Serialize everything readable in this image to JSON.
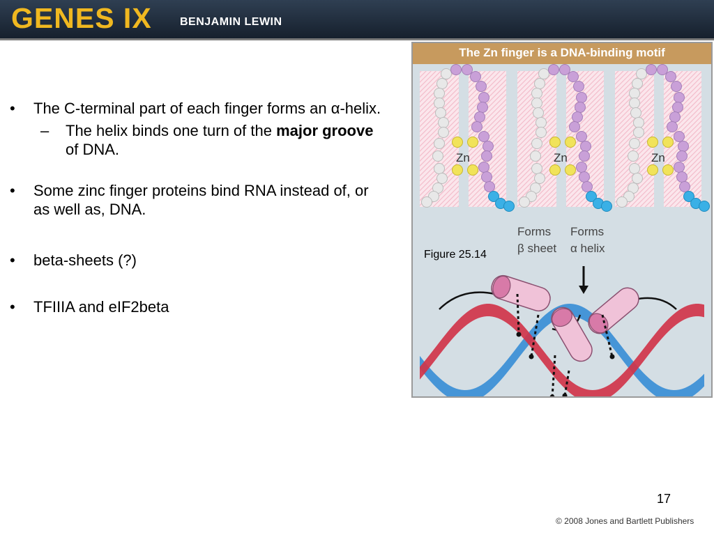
{
  "header": {
    "brand": "GENES IX",
    "author": "BENJAMIN LEWIN"
  },
  "bullets": [
    {
      "mark": "•",
      "text": "The C-terminal part of each finger forms an α-helix.",
      "sub": {
        "mark": "–",
        "prefix": "The helix binds one turn of the ",
        "bold": "major groove",
        "suffix": " of DNA."
      }
    },
    {
      "mark": "•",
      "text": "Some zinc finger proteins bind RNA instead of, or as well as, DNA."
    },
    {
      "mark": "•",
      "text": "beta-sheets (?)"
    },
    {
      "mark": "•",
      "text": "TFIIIA and eIF2beta"
    }
  ],
  "figure": {
    "title": "The Zn finger is a DNA-binding motif",
    "zn_label": "Zn",
    "forms_beta": [
      "Forms",
      "β sheet"
    ],
    "forms_alpha": [
      "Forms",
      "α helix"
    ],
    "caption": "Figure 25.14",
    "colors": {
      "title_bar": "#c79a5e",
      "panel_bg": "#d4dee4",
      "hatch": "#f2b9c8",
      "white_bead": "#e8e8e8",
      "purple_bead": "#c9a0d8",
      "yellow_bead": "#f1e35a",
      "cyan_bead": "#3ab0e6",
      "dna_red": "#d0344a",
      "dna_blue": "#3a8ed6",
      "helix_cylinder": "#f0c2d8"
    }
  },
  "footer": {
    "page_number": "17",
    "copyright": "© 2008 Jones and Bartlett Publishers"
  }
}
